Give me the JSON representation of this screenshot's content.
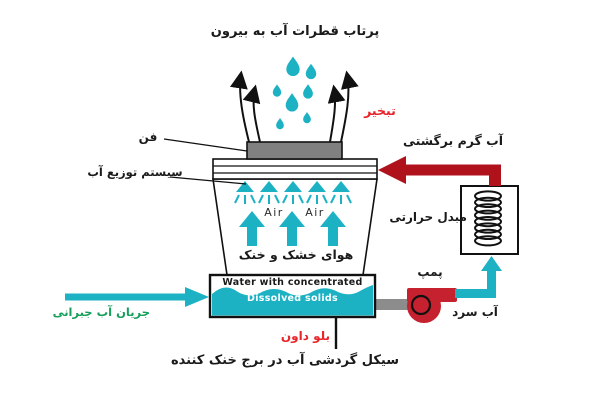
{
  "colors": {
    "teal": "#1cb2c4",
    "dark_red": "#b0121c",
    "bright_red": "#e8242a",
    "pump_red": "#c5212e",
    "gray": "#808080",
    "pipe_gray": "#8c8c8c",
    "green": "#17a05c"
  },
  "labels": {
    "top": "پرتاب قطرات آب به بیرون",
    "evaporation": "تبخیر",
    "fan": "فن",
    "water_distribution": "سیستم توزیع آب",
    "hot_return": "آب گرم برگشتی",
    "heat_exchanger": "مبدل حرارتی",
    "pump": "پمپ",
    "cold_water": "آب سرد",
    "makeup": "جریان آب جبرانی",
    "blowdown": "بلو داون",
    "caption": "سیکل گردشی آب در برج خنک کننده",
    "air": "Air",
    "dry_cool_air": "هوای خشک و خنک",
    "water_concentrated": "Water with concentrated",
    "dissolved_solids": "Dissolved solids"
  }
}
